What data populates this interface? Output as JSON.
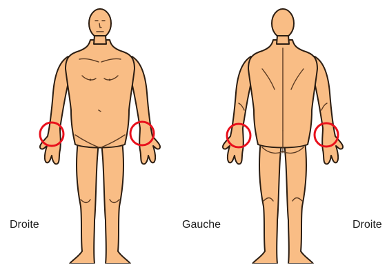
{
  "labels": {
    "left_side": "Droite",
    "middle": "Gauche",
    "right_side": "Droite"
  },
  "colors": {
    "skin": "#f9bd85",
    "outline": "#2b1d12",
    "highlight": "#e8101c"
  },
  "figures": [
    {
      "view": "front"
    },
    {
      "view": "back"
    }
  ],
  "highlighted_regions": [
    {
      "figure": "front",
      "region": "right wrist"
    },
    {
      "figure": "front",
      "region": "left wrist"
    },
    {
      "figure": "back",
      "region": "left wrist"
    },
    {
      "figure": "back",
      "region": "right wrist"
    }
  ]
}
